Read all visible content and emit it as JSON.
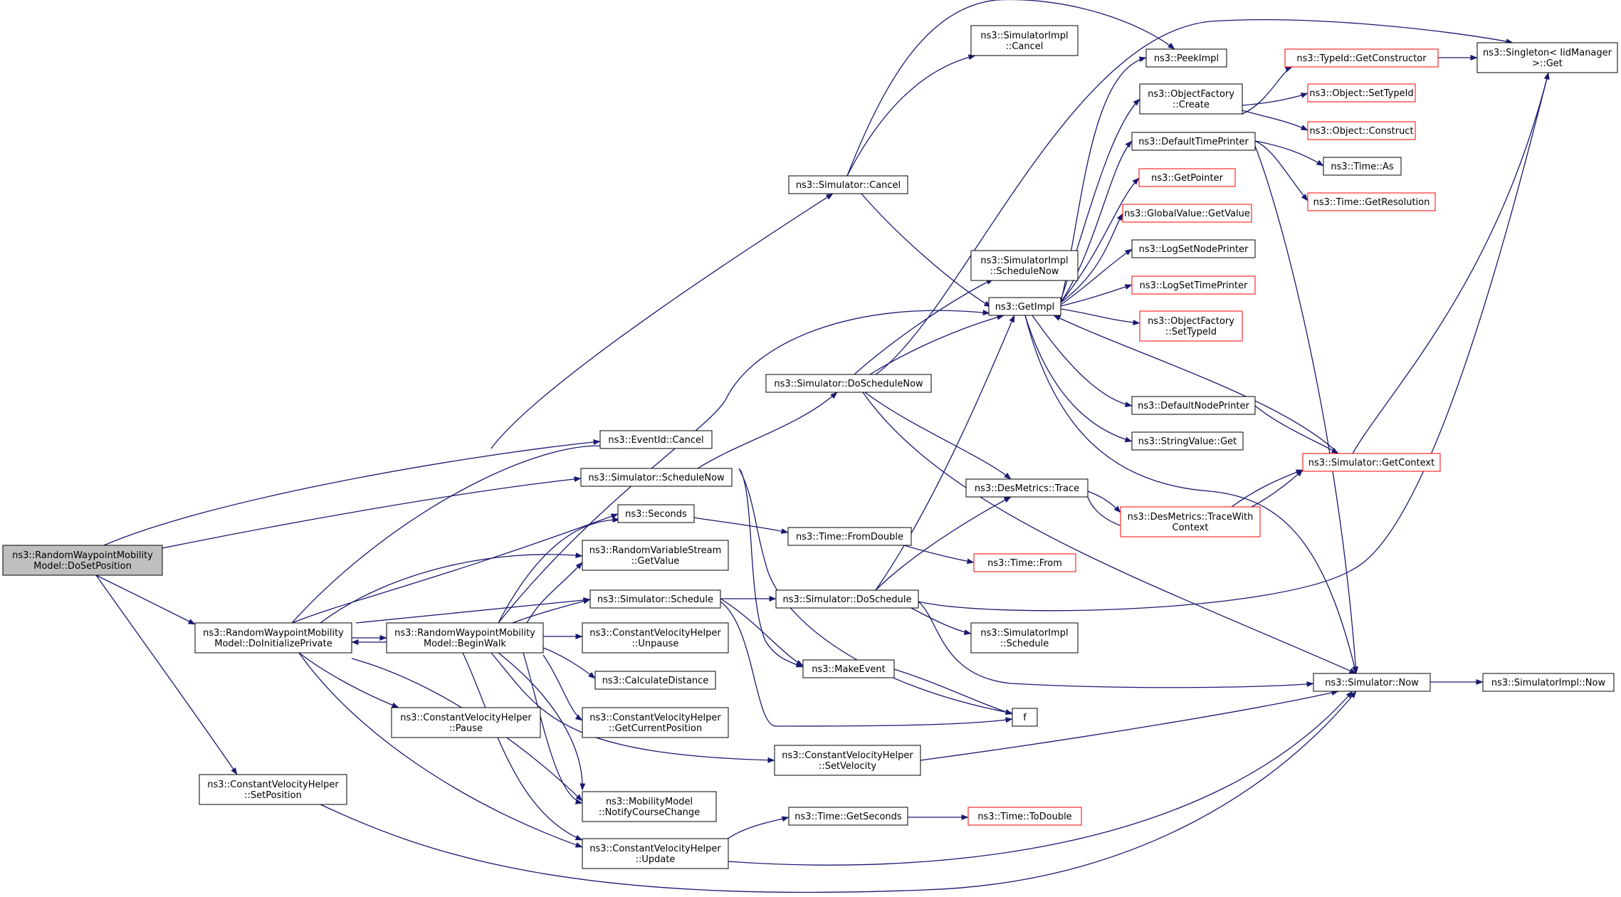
{
  "colors": {
    "edge": "#191970",
    "node_border": "#000000",
    "truncated_border": "#ff0000",
    "root_fill": "#bfbfbf",
    "node_fill": "#ffffff",
    "text": "#000000"
  },
  "nodes": [
    {
      "id": "root",
      "lines": [
        "ns3::RandomWaypointMobility",
        "Model::DoSetPosition"
      ],
      "kind": "root"
    },
    {
      "id": "eventcancel",
      "lines": [
        "ns3::EventId::Cancel"
      ]
    },
    {
      "id": "schednow",
      "lines": [
        "ns3::Simulator::ScheduleNow"
      ]
    },
    {
      "id": "seconds",
      "lines": [
        "ns3::Seconds"
      ]
    },
    {
      "id": "rvsget",
      "lines": [
        "ns3::RandomVariableStream",
        "::GetValue"
      ]
    },
    {
      "id": "sched",
      "lines": [
        "ns3::Simulator::Schedule"
      ]
    },
    {
      "id": "doinit",
      "lines": [
        "ns3::RandomWaypointMobility",
        "Model::DoInitializePrivate"
      ]
    },
    {
      "id": "beginwalk",
      "lines": [
        "ns3::RandomWaypointMobility",
        "Model::BeginWalk"
      ]
    },
    {
      "id": "unpause",
      "lines": [
        "ns3::ConstantVelocityHelper",
        "::Unpause"
      ]
    },
    {
      "id": "calcdist",
      "lines": [
        "ns3::CalculateDistance"
      ]
    },
    {
      "id": "getcurpos",
      "lines": [
        "ns3::ConstantVelocityHelper",
        "::GetCurrentPosition"
      ]
    },
    {
      "id": "pause",
      "lines": [
        "ns3::ConstantVelocityHelper",
        "::Pause"
      ]
    },
    {
      "id": "setpos",
      "lines": [
        "ns3::ConstantVelocityHelper",
        "::SetPosition"
      ]
    },
    {
      "id": "notify",
      "lines": [
        "ns3::MobilityModel",
        "::NotifyCourseChange"
      ]
    },
    {
      "id": "update",
      "lines": [
        "ns3::ConstantVelocityHelper",
        "::Update"
      ]
    },
    {
      "id": "simcancel",
      "lines": [
        "ns3::Simulator::Cancel"
      ]
    },
    {
      "id": "doschednow",
      "lines": [
        "ns3::Simulator::DoScheduleNow"
      ]
    },
    {
      "id": "fromdouble",
      "lines": [
        "ns3::Time::FromDouble"
      ]
    },
    {
      "id": "dosched",
      "lines": [
        "ns3::Simulator::DoSchedule"
      ]
    },
    {
      "id": "makeevent",
      "lines": [
        "ns3::MakeEvent"
      ]
    },
    {
      "id": "setvel",
      "lines": [
        "ns3::ConstantVelocityHelper",
        "::SetVelocity"
      ]
    },
    {
      "id": "getseconds",
      "lines": [
        "ns3::Time::GetSeconds"
      ]
    },
    {
      "id": "implcancel",
      "lines": [
        "ns3::SimulatorImpl",
        "::Cancel"
      ]
    },
    {
      "id": "implschednow",
      "lines": [
        "ns3::SimulatorImpl",
        "::ScheduleNow"
      ]
    },
    {
      "id": "getimpl",
      "lines": [
        "ns3::GetImpl"
      ]
    },
    {
      "id": "trace",
      "lines": [
        "ns3::DesMetrics::Trace"
      ]
    },
    {
      "id": "timefrom",
      "lines": [
        "ns3::Time::From"
      ],
      "kind": "truncated"
    },
    {
      "id": "implsched",
      "lines": [
        "ns3::SimulatorImpl",
        "::Schedule"
      ]
    },
    {
      "id": "f",
      "lines": [
        "f"
      ]
    },
    {
      "id": "todouble",
      "lines": [
        "ns3::Time::ToDouble"
      ],
      "kind": "truncated"
    },
    {
      "id": "peekimpl",
      "lines": [
        "ns3::PeekImpl"
      ]
    },
    {
      "id": "ofcreate",
      "lines": [
        "ns3::ObjectFactory",
        "::Create"
      ]
    },
    {
      "id": "dtp",
      "lines": [
        "ns3::DefaultTimePrinter"
      ]
    },
    {
      "id": "getpointer",
      "lines": [
        "ns3::GetPointer"
      ],
      "kind": "truncated"
    },
    {
      "id": "gvget",
      "lines": [
        "ns3::GlobalValue::GetValue"
      ],
      "kind": "truncated"
    },
    {
      "id": "lsnp",
      "lines": [
        "ns3::LogSetNodePrinter"
      ]
    },
    {
      "id": "lstp",
      "lines": [
        "ns3::LogSetTimePrinter"
      ],
      "kind": "truncated"
    },
    {
      "id": "ofsettype",
      "lines": [
        "ns3::ObjectFactory",
        "::SetTypeId"
      ],
      "kind": "truncated"
    },
    {
      "id": "dnp",
      "lines": [
        "ns3::DefaultNodePrinter"
      ]
    },
    {
      "id": "strget",
      "lines": [
        "ns3::StringValue::Get"
      ]
    },
    {
      "id": "tracewith",
      "lines": [
        "ns3::DesMetrics::TraceWith",
        "Context"
      ],
      "kind": "truncated"
    },
    {
      "id": "getctx",
      "lines": [
        "ns3::Simulator::GetContext"
      ],
      "kind": "truncated"
    },
    {
      "id": "simnow",
      "lines": [
        "ns3::Simulator::Now"
      ]
    },
    {
      "id": "typeidctor",
      "lines": [
        "ns3::TypeId::GetConstructor"
      ],
      "kind": "truncated"
    },
    {
      "id": "objsettype",
      "lines": [
        "ns3::Object::SetTypeId"
      ],
      "kind": "truncated"
    },
    {
      "id": "objconstruct",
      "lines": [
        "ns3::Object::Construct"
      ],
      "kind": "truncated"
    },
    {
      "id": "timeas",
      "lines": [
        "ns3::Time::As"
      ]
    },
    {
      "id": "getres",
      "lines": [
        "ns3::Time::GetResolution"
      ],
      "kind": "truncated"
    },
    {
      "id": "singleton",
      "lines": [
        "ns3::Singleton< IidManager",
        ">::Get"
      ]
    },
    {
      "id": "implnow",
      "lines": [
        "ns3::SimulatorImpl::Now"
      ]
    }
  ]
}
